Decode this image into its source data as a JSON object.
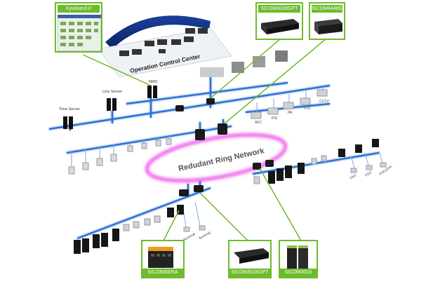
{
  "callouts": {
    "kyvision": "Kyvision3.0",
    "top_mid": "SICOM3028GPT",
    "top_right": "SICOM6448G",
    "bottom_left": "SICOM3005A",
    "bottom_mid": "SICOM3028GPT",
    "bottom_right": "SICOM3016"
  },
  "labels": {
    "occ": "Operation Control Center",
    "ring": "Redudant Ring Network",
    "time_server": "Time Server",
    "line_server": "Line Server",
    "nms": "NMS",
    "afc": "AFC",
    "pis": "PIS",
    "pa": "PA",
    "tcs": "TCS",
    "cctv": "CCTV",
    "fas1": "FAS",
    "fas2": "FAS",
    "pscada": "PSCADA",
    "terminal1": "Terminal",
    "terminal2": "Terminal"
  },
  "colors": {
    "accent_green": "#6dbb2a",
    "link_blue": "#2b6fd6",
    "ring_magenta": "#e62fe0"
  }
}
